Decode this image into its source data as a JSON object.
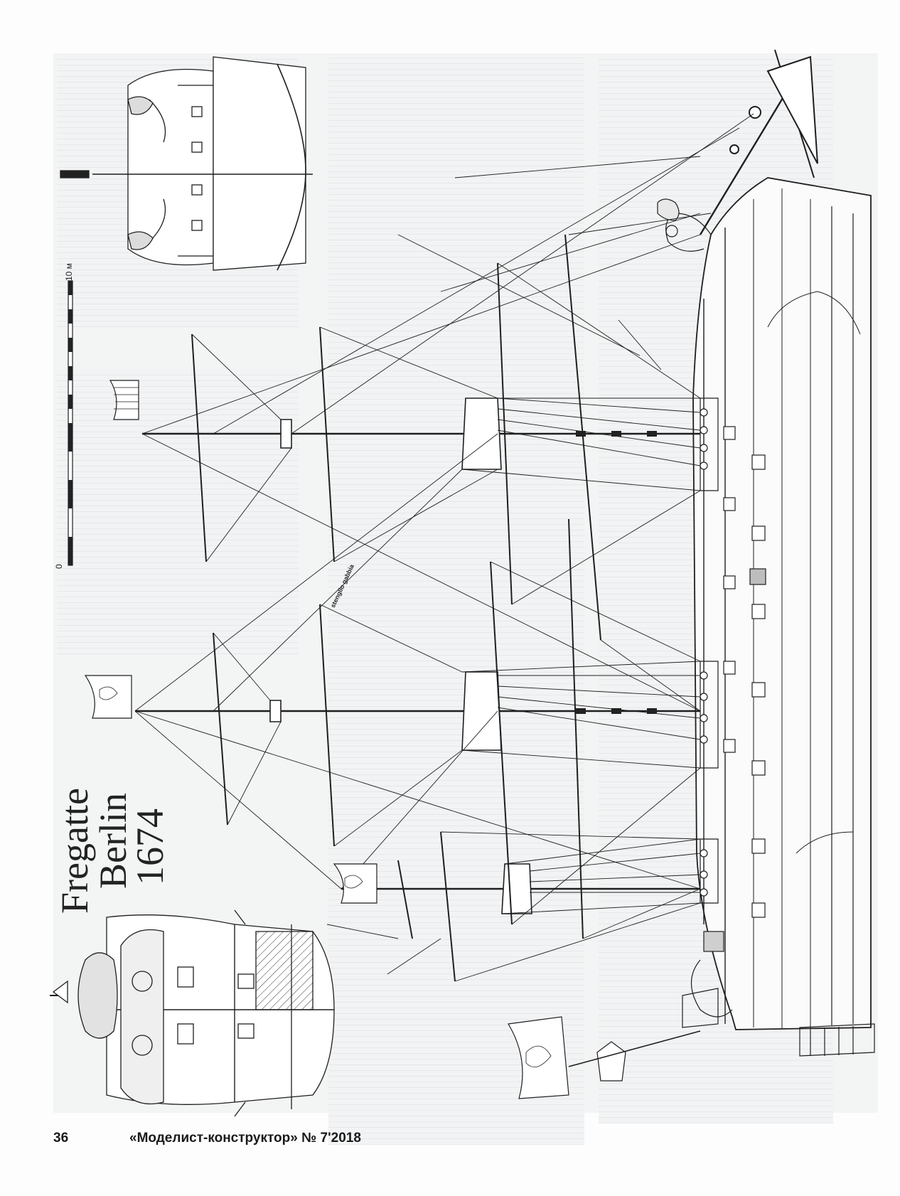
{
  "title": {
    "line1": "Fregatte",
    "line2": "Berlin",
    "line3": "1674"
  },
  "scale": {
    "zero": "0",
    "max": "10 м"
  },
  "labels": {
    "mast_label": "stenglio gabbia"
  },
  "footer": {
    "page_number": "36",
    "magazine": "«Моделист-конструктор» № 7'2018"
  },
  "colors": {
    "ink": "#1a1a1a",
    "paper": "#f3f4f4",
    "text_block": "#e8eaec"
  }
}
